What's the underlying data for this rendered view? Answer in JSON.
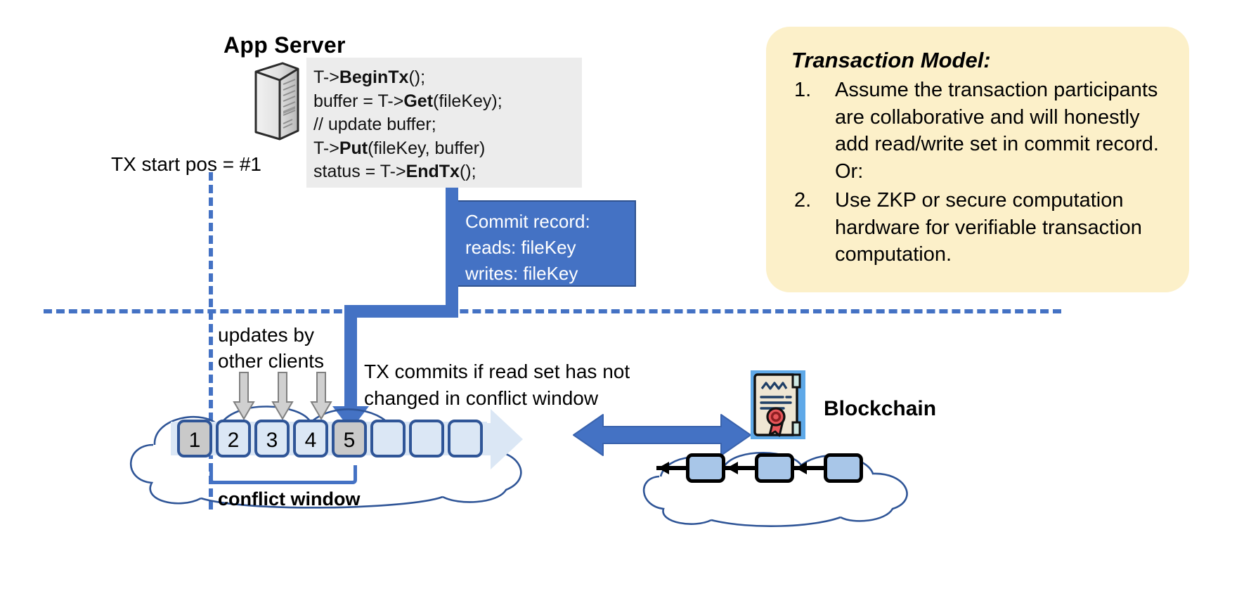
{
  "app_server": {
    "title": "App Server",
    "icon": "server-tower-icon",
    "code_lines": [
      {
        "pre": "T->",
        "bold": "BeginTx",
        "post": "();"
      },
      {
        "pre": "buffer = T->",
        "bold": "Get",
        "post": "(fileKey);"
      },
      {
        "pre": "// update buffer;",
        "bold": "",
        "post": ""
      },
      {
        "pre": "T->",
        "bold": "Put",
        "post": "(fileKey, buffer)"
      },
      {
        "pre": "status = T->",
        "bold": "EndTx",
        "post": "();"
      }
    ]
  },
  "tx_start": {
    "label": "TX start pos = #1"
  },
  "commit_record": {
    "title": "Commit record:",
    "reads": "reads: fileKey",
    "writes": "writes: fileKey",
    "bg_color": "#4472c4"
  },
  "transaction_model": {
    "title": "Transaction Model:",
    "bg_color": "#fcf0c9",
    "items": [
      {
        "num": "1.",
        "text": "Assume the transaction participants are collaborative and will honestly add read/write set in commit record.  Or:"
      },
      {
        "num": "2.",
        "text": "Use ZKP or secure computation hardware for verifiable transaction computation."
      }
    ]
  },
  "log": {
    "updates_label_line1": "updates by",
    "updates_label_line2": "other clients",
    "commits_note_line1": "TX commits if read set has not",
    "commits_note_line2": "changed in conflict window",
    "conflict_window_label": "conflict window",
    "slots": [
      {
        "label": "1",
        "filled": true
      },
      {
        "label": "2",
        "filled": false
      },
      {
        "label": "3",
        "filled": false
      },
      {
        "label": "4",
        "filled": false
      },
      {
        "label": "5",
        "filled": true
      },
      {
        "label": "",
        "filled": false
      },
      {
        "label": "",
        "filled": false
      },
      {
        "label": "",
        "filled": false
      }
    ],
    "update_arrows": 3
  },
  "blockchain": {
    "label": "Blockchain",
    "icon": "certificate-seal-icon",
    "blocks": 3
  },
  "colors": {
    "accent_blue": "#4472c4",
    "dark_blue": "#2f5597",
    "slot_fill": "#dbe7f5",
    "slot_used": "#c9c9c9",
    "yellow_panel": "#fcf0c9",
    "code_panel": "#ececec"
  }
}
